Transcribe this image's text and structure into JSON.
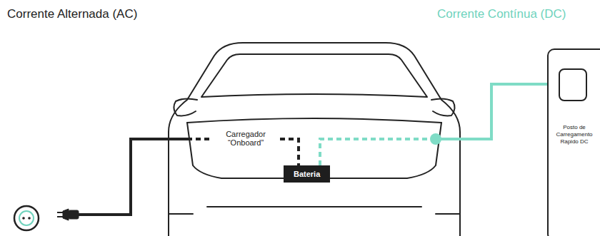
{
  "diagram": {
    "nodes": [
      {
        "text": [
          "Bateria"
        ]
      },
      {
        "text": [
          "Posto de Carregamento Rapido DC"
        ]
      }
    ],
    "edges": [
      {
        "from": 1,
        "to": 0,
        "arrow": "none"
      }
    ],
    "labels": [
      "Corrente Alternada (AC)",
      "Corrente Contínua (DC)",
      "Carregador “Onboard”"
    ]
  }
}
